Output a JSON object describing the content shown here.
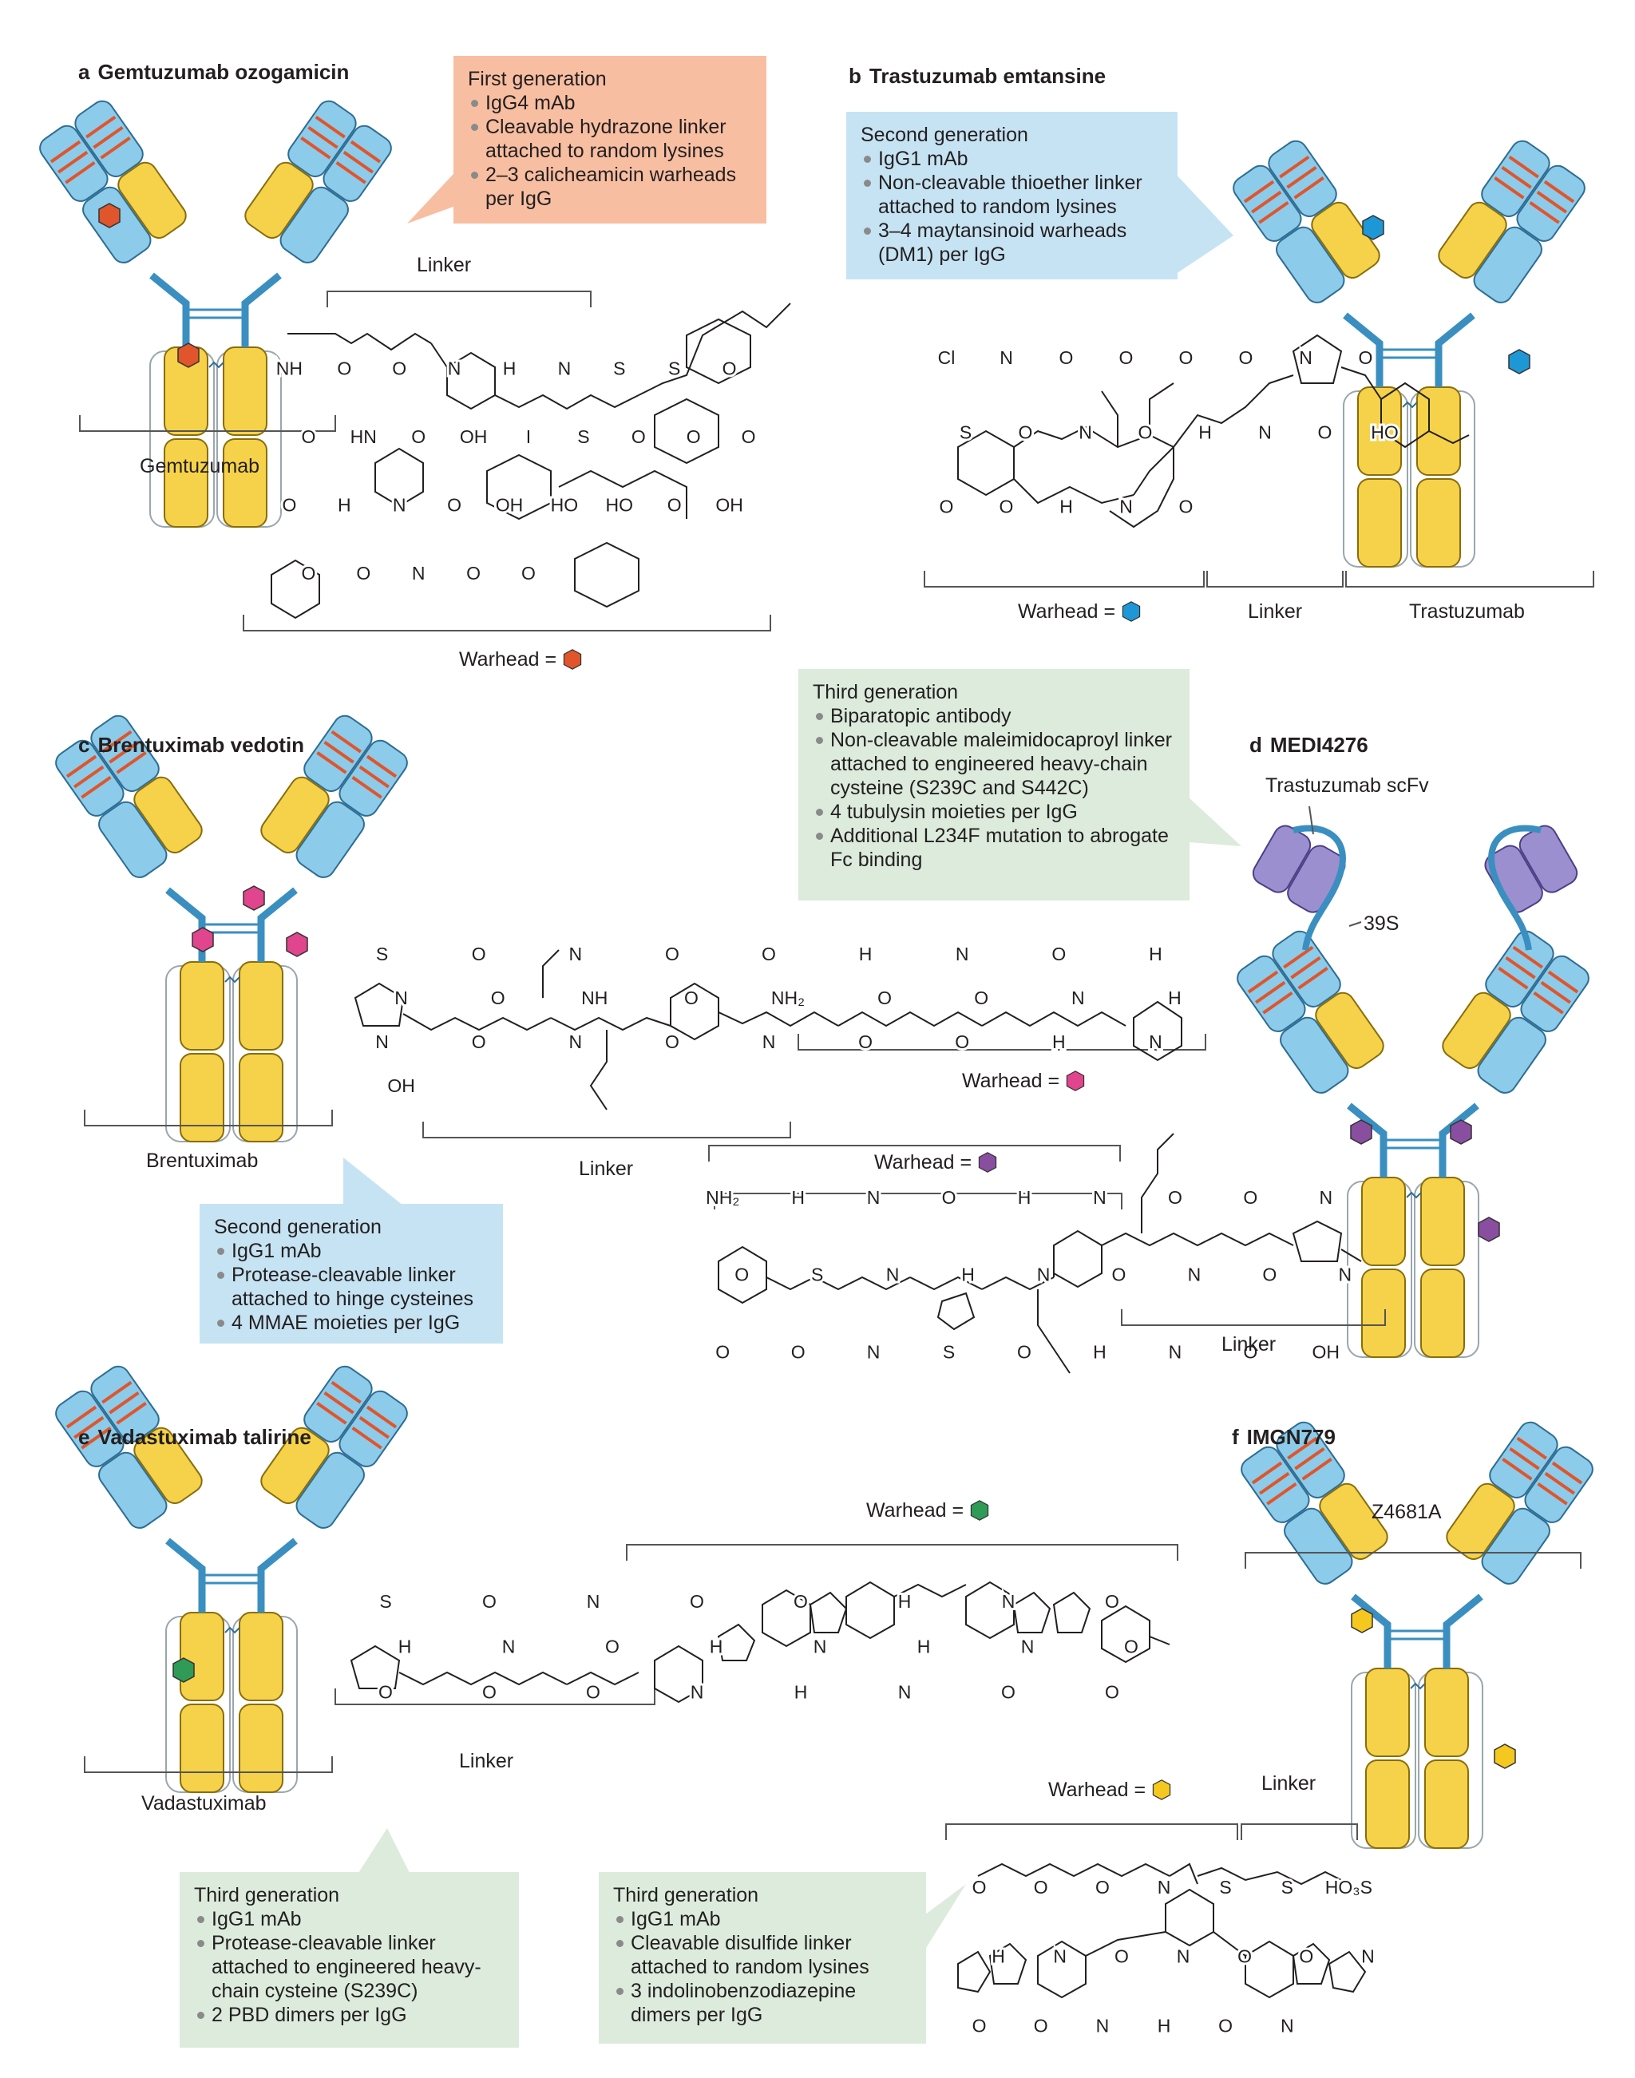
{
  "colors": {
    "orange_callout": "#f8bea1",
    "blue_callout": "#c6e3f3",
    "green_callout": "#dcebdc",
    "heavy_chain": "#f5d24a",
    "light_chain": "#8ccbea",
    "orange_warhead": "#e0552b",
    "blue_warhead": "#1d97d6",
    "pink_warhead": "#e0458e",
    "purple_warhead": "#8a4ea0",
    "green_warhead": "#2f9b57",
    "yellow_warhead": "#f5c81f"
  },
  "panels": {
    "a": {
      "letter": "a",
      "title": "Gemtuzumab ozogamicin",
      "callout": {
        "head": "First generation",
        "items": [
          "IgG4 mAb",
          "Cleavable hydrazone linker attached to random lysines",
          "2–3 calicheamicin warheads per IgG"
        ]
      },
      "antibody_label": "Gemtuzumab",
      "linker_label": "Linker",
      "warhead_label": "Warhead =",
      "warhead_icon": "orange-hexagon-icon"
    },
    "b": {
      "letter": "b",
      "title": "Trastuzumab emtansine",
      "callout": {
        "head": "Second generation",
        "items": [
          "IgG1 mAb",
          "Non-cleavable thioether linker attached to random lysines",
          "3–4 maytansinoid warheads (DM1) per IgG"
        ]
      },
      "antibody_label": "Trastuzumab",
      "linker_label": "Linker",
      "warhead_label": "Warhead =",
      "warhead_icon": "blue-hexagon-icon"
    },
    "c": {
      "letter": "c",
      "title": "Brentuximab vedotin",
      "callout": {
        "head": "Second generation",
        "items": [
          "IgG1 mAb",
          "Protease-cleavable linker attached to hinge cysteines",
          "4 MMAE moieties per IgG"
        ]
      },
      "antibody_label": "Brentuximab",
      "linker_label": "Linker",
      "warhead_label": "Warhead =",
      "warhead_icon": "pink-hexagon-icon"
    },
    "d": {
      "letter": "d",
      "title": "MEDI4276",
      "callout": {
        "head": "Third generation",
        "items": [
          "Biparatopic antibody",
          "Non-cleavable maleimidocaproyl linker attached to engineered heavy-chain cysteine (S239C and S442C)",
          "4 tubulysin moieties per IgG",
          "Additional L234F mutation to abrogate Fc binding"
        ]
      },
      "scfv_label": "Trastuzumab scFv",
      "clone_label": "39S",
      "linker_label": "Linker",
      "warhead_label": "Warhead =",
      "warhead_icon": "purple-hexagon-icon"
    },
    "e": {
      "letter": "e",
      "title": "Vadastuximab talirine",
      "callout": {
        "head": "Third generation",
        "items": [
          "IgG1 mAb",
          "Protease-cleavable linker attached to engineered heavy-chain cysteine (S239C)",
          "2 PBD dimers per IgG"
        ]
      },
      "antibody_label": "Vadastuximab",
      "linker_label": "Linker",
      "warhead_label": "Warhead =",
      "warhead_icon": "green-hexagon-icon"
    },
    "f": {
      "letter": "f",
      "title": "IMGN779",
      "callout": {
        "head": "Third generation",
        "items": [
          "IgG1 mAb",
          "Cleavable disulfide linker attached to random lysines",
          "3 indolinobenzodiazepine dimers per IgG"
        ]
      },
      "antibody_label": "Z4681A",
      "linker_label": "Linker",
      "warhead_label": "Warhead =",
      "warhead_icon": "yellow-hexagon-icon"
    }
  },
  "chem_atoms": {
    "a": [
      "NH",
      "O",
      "O",
      "N",
      "H",
      "N",
      "S",
      "S",
      "O",
      "O",
      "HN",
      "O",
      "OH",
      "I",
      "S",
      "O",
      "O",
      "O",
      "O",
      "H",
      "N",
      "O",
      "OH",
      "HO",
      "HO",
      "O",
      "OH",
      "O",
      "O",
      "N",
      "O",
      "O"
    ],
    "b": [
      "Cl",
      "N",
      "O",
      "O",
      "O",
      "O",
      "N",
      "O",
      "S",
      "O",
      "N",
      "O",
      "H",
      "N",
      "O",
      "HO",
      "O",
      "O",
      "H",
      "N",
      "O"
    ],
    "c": [
      "S",
      "O",
      "N",
      "O",
      "O",
      "H",
      "N",
      "O",
      "H",
      "N",
      "O",
      "NH",
      "O",
      "NH₂",
      "O",
      "O",
      "N",
      "H",
      "N",
      "O",
      "N",
      "O",
      "N",
      "O",
      "O",
      "H",
      "N",
      "OH"
    ],
    "d": [
      "NH₂",
      "H",
      "N",
      "O",
      "H",
      "N",
      "O",
      "O",
      "N",
      "O",
      "S",
      "N",
      "H",
      "N",
      "O",
      "N",
      "O",
      "N",
      "O",
      "O",
      "N",
      "S",
      "O",
      "H",
      "N",
      "O",
      "OH"
    ],
    "e": [
      "S",
      "O",
      "N",
      "O",
      "O",
      "H",
      "N",
      "O",
      "H",
      "N",
      "O",
      "H",
      "N",
      "H",
      "N",
      "O",
      "O",
      "O",
      "O",
      "N",
      "H",
      "N",
      "O",
      "O"
    ],
    "f": [
      "O",
      "O",
      "O",
      "N",
      "S",
      "S",
      "HO₃S",
      "H",
      "N",
      "O",
      "N",
      "O",
      "O",
      "N",
      "O",
      "O",
      "N",
      "H",
      "O",
      "N"
    ]
  }
}
